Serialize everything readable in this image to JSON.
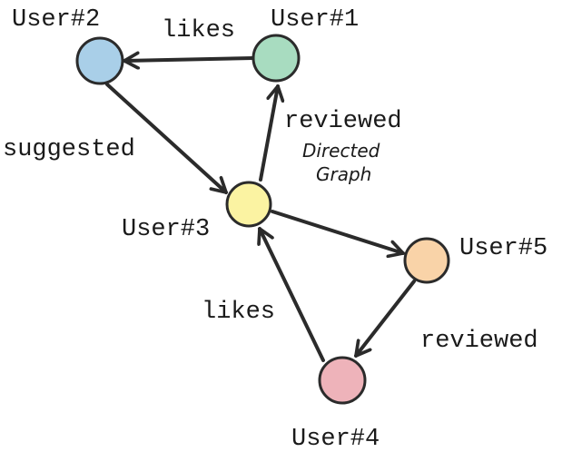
{
  "diagram": {
    "title_line1": "Directed",
    "title_line2": "Graph",
    "nodes": [
      {
        "id": "user2",
        "label": "User#2",
        "color": "#a9cfe8"
      },
      {
        "id": "user1",
        "label": "User#1",
        "color": "#a8dcc0"
      },
      {
        "id": "user3",
        "label": "User#3",
        "color": "#fbf3a2"
      },
      {
        "id": "user5",
        "label": "User#5",
        "color": "#f9d3a8"
      },
      {
        "id": "user4",
        "label": "User#4",
        "color": "#eeb3ba"
      }
    ],
    "edges": [
      {
        "from": "user1",
        "to": "user2",
        "label": "likes"
      },
      {
        "from": "user2",
        "to": "user3",
        "label": "suggested"
      },
      {
        "from": "user3",
        "to": "user1",
        "label": "reviewed"
      },
      {
        "from": "user3",
        "to": "user5",
        "label": ""
      },
      {
        "from": "user5",
        "to": "user4",
        "label": "reviewed"
      },
      {
        "from": "user4",
        "to": "user3",
        "label": "likes"
      }
    ]
  }
}
